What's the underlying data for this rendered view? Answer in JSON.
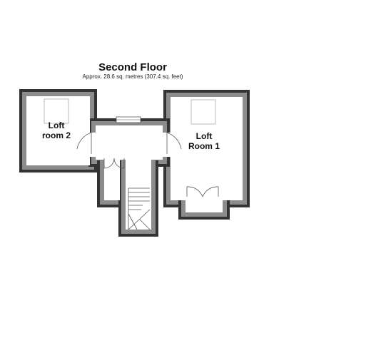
{
  "header": {
    "title": "Second Floor",
    "subtitle": "Approx. 28.6 sq. metres (307.4 sq. feet)"
  },
  "rooms": [
    {
      "line1": "Loft",
      "line2": "room 2"
    },
    {
      "line1": "Loft",
      "line2": "Room 1"
    }
  ],
  "colors": {
    "wall_outer": "#333333",
    "wall_inner": "#8c8c8c",
    "floor": "#ffffff"
  }
}
